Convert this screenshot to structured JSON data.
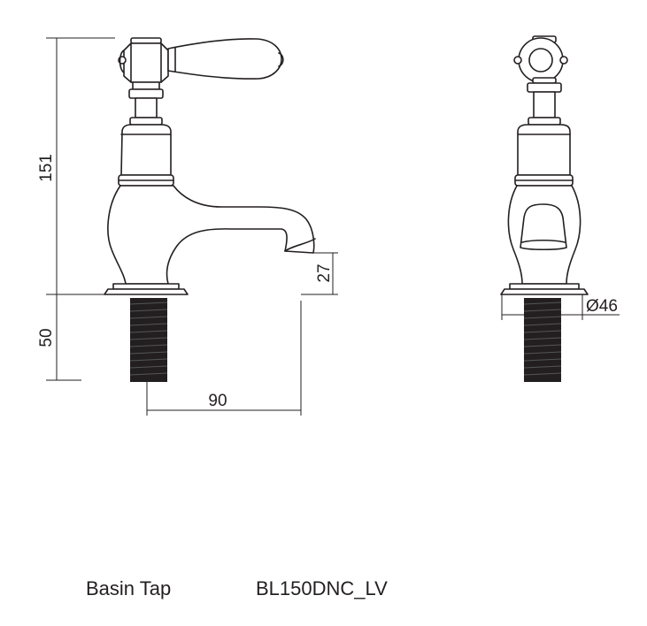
{
  "product": {
    "name": "Basin Tap",
    "code": "BL150DNC_LV"
  },
  "dimensions": {
    "height_above_deck": "151",
    "tail_length": "50",
    "spout_height": "27",
    "spout_reach": "90",
    "base_diameter": "Ø46"
  },
  "colors": {
    "line": "#231f20",
    "thread": "#231f20",
    "background": "#ffffff"
  }
}
